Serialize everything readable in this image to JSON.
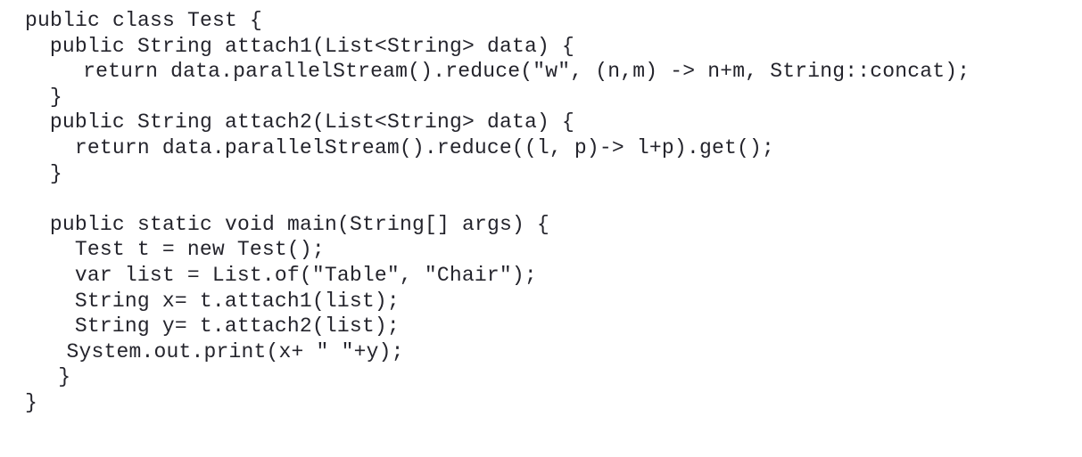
{
  "style": {
    "text_color": "#24242c",
    "background_color": "#ffffff"
  },
  "code": {
    "lines": [
      "public class Test {",
      "   public String attach1(List<String> data) {",
      "       return data.parallelStream().reduce(\"w\", (n,m) -> n+m, String::concat);",
      "   }",
      "   public String attach2(List<String> data) {",
      "      return data.parallelStream().reduce((l, p)-> l+p).get();",
      "   }",
      "",
      "   public static void main(String[] args) {",
      "      Test t = new Test();",
      "      var list = List.of(\"Table\", \"Chair\");",
      "      String x= t.attach1(list);",
      "      String y= t.attach2(list);",
      "     System.out.print(x+ \" \"+y);",
      "    }",
      "}"
    ]
  }
}
